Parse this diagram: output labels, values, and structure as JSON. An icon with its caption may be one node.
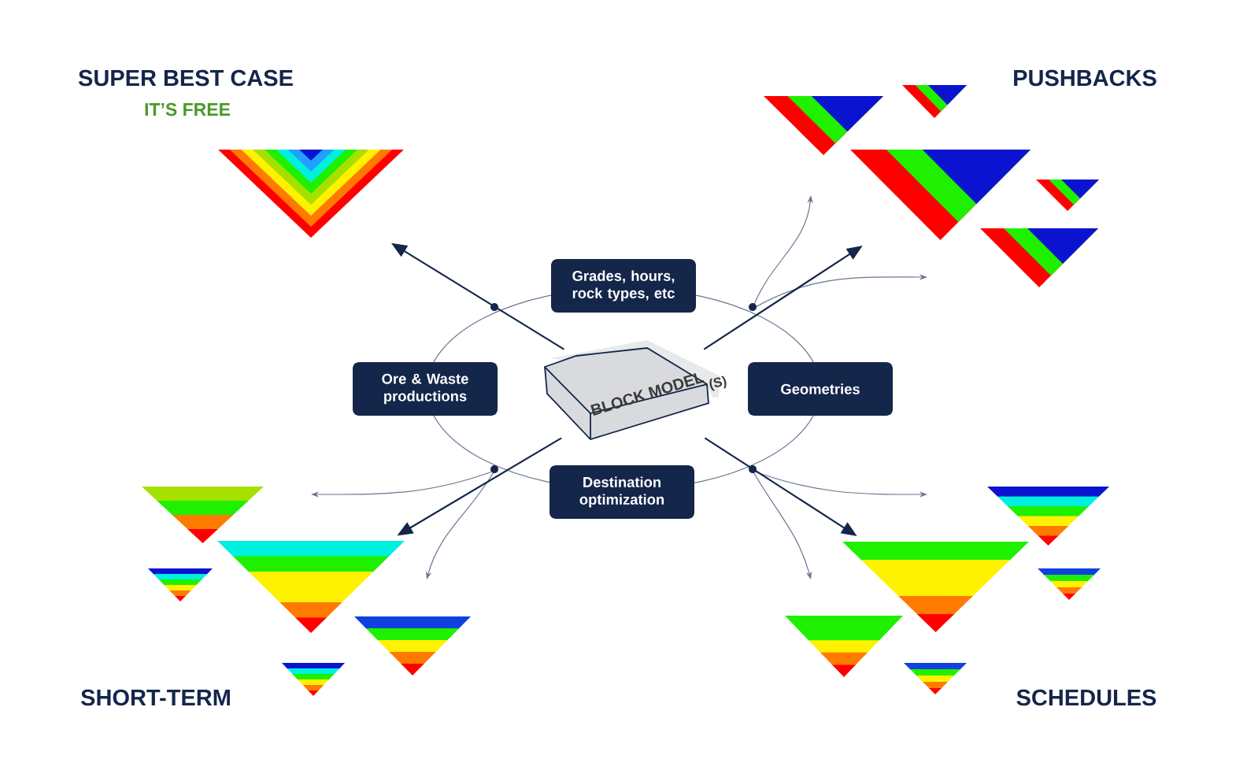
{
  "diagram": {
    "nodes": [
      {
        "text": [],
        "shape": "picture"
      },
      {
        "text": [],
        "shape": "picture"
      },
      {
        "text": [
          "Grades, hours, rock types, etc"
        ]
      },
      {
        "text": [
          "Ore & Waste productions"
        ]
      },
      {
        "text": [
          "BLOCK MODEL"
        ],
        "beside": [
          "(S)"
        ]
      },
      {
        "text": [
          "Geometries"
        ]
      },
      {
        "text": [
          "Destination optimization"
        ]
      },
      {
        "text": [],
        "shape": "picture"
      },
      {
        "text": [],
        "shape": "picture"
      }
    ],
    "edges": [
      {
        "from": 4,
        "to": 0,
        "arrow": "to"
      },
      {
        "from": 4,
        "to": 1,
        "arrow": "to"
      },
      {
        "from": 4,
        "to": 7,
        "arrow": "to"
      },
      {
        "from": 4,
        "to": 8,
        "arrow": "to"
      }
    ],
    "labels": [
      "SUPER BEST CASE",
      "IT’S FREE",
      "PUSHBACKS",
      "SHORT-TERM",
      "SCHEDULES"
    ]
  }
}
